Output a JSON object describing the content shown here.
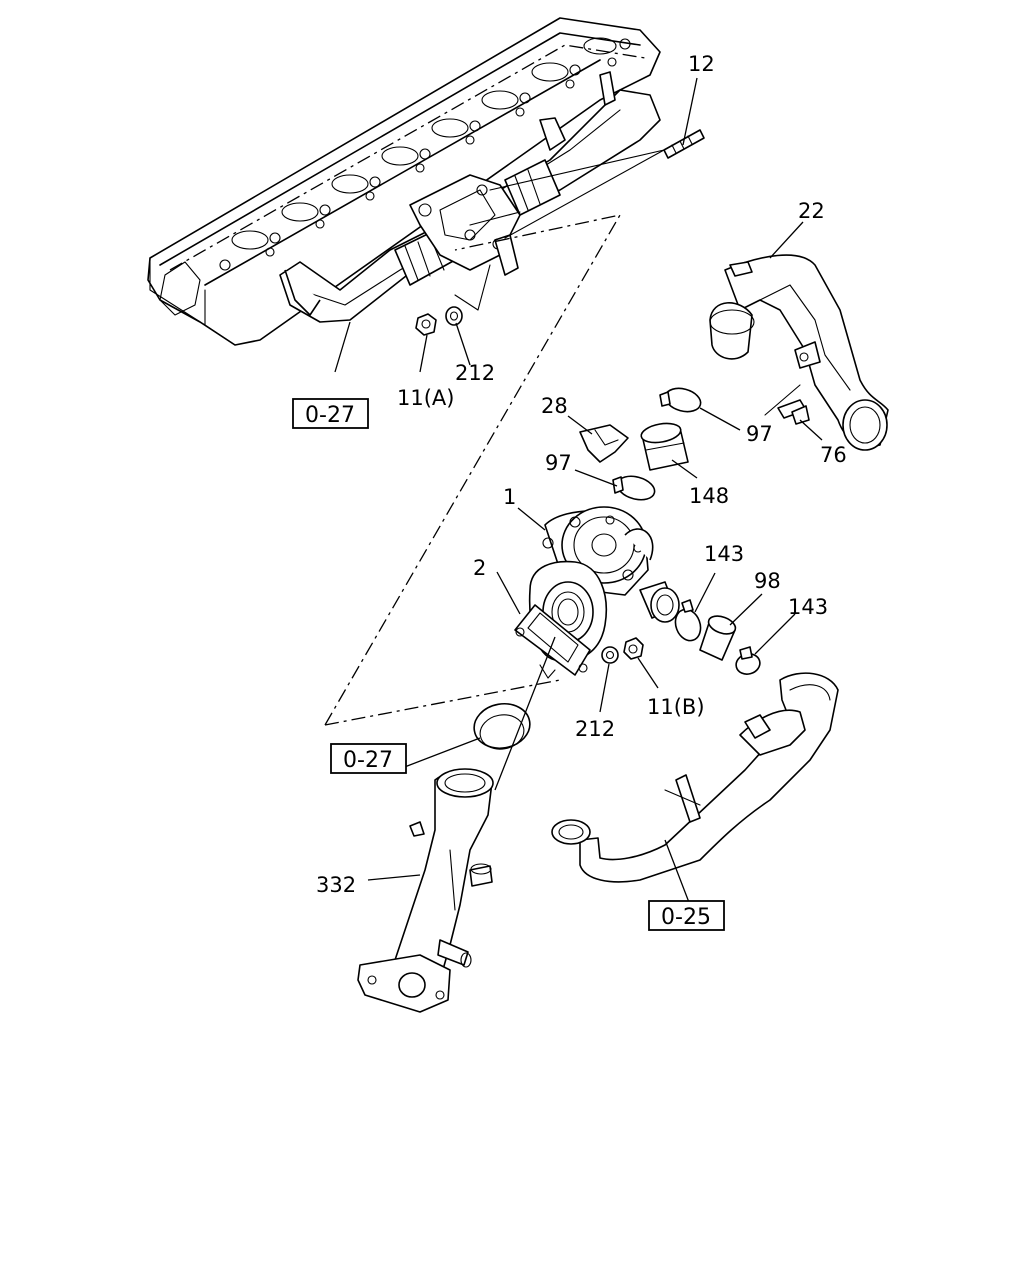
{
  "callouts": {
    "p12": "12",
    "p22": "22",
    "p212a": "212",
    "p11a": "11(A)",
    "p28": "28",
    "p97a": "97",
    "p76": "76",
    "p97b": "97",
    "p148": "148",
    "p1": "1",
    "p143a": "143",
    "p98": "98",
    "p143b": "143",
    "p2": "2",
    "p212b": "212",
    "p11b": "11(B)",
    "p332": "332"
  },
  "references": {
    "r027a": "0-27",
    "r027b": "0-27",
    "r025": "0-25"
  }
}
